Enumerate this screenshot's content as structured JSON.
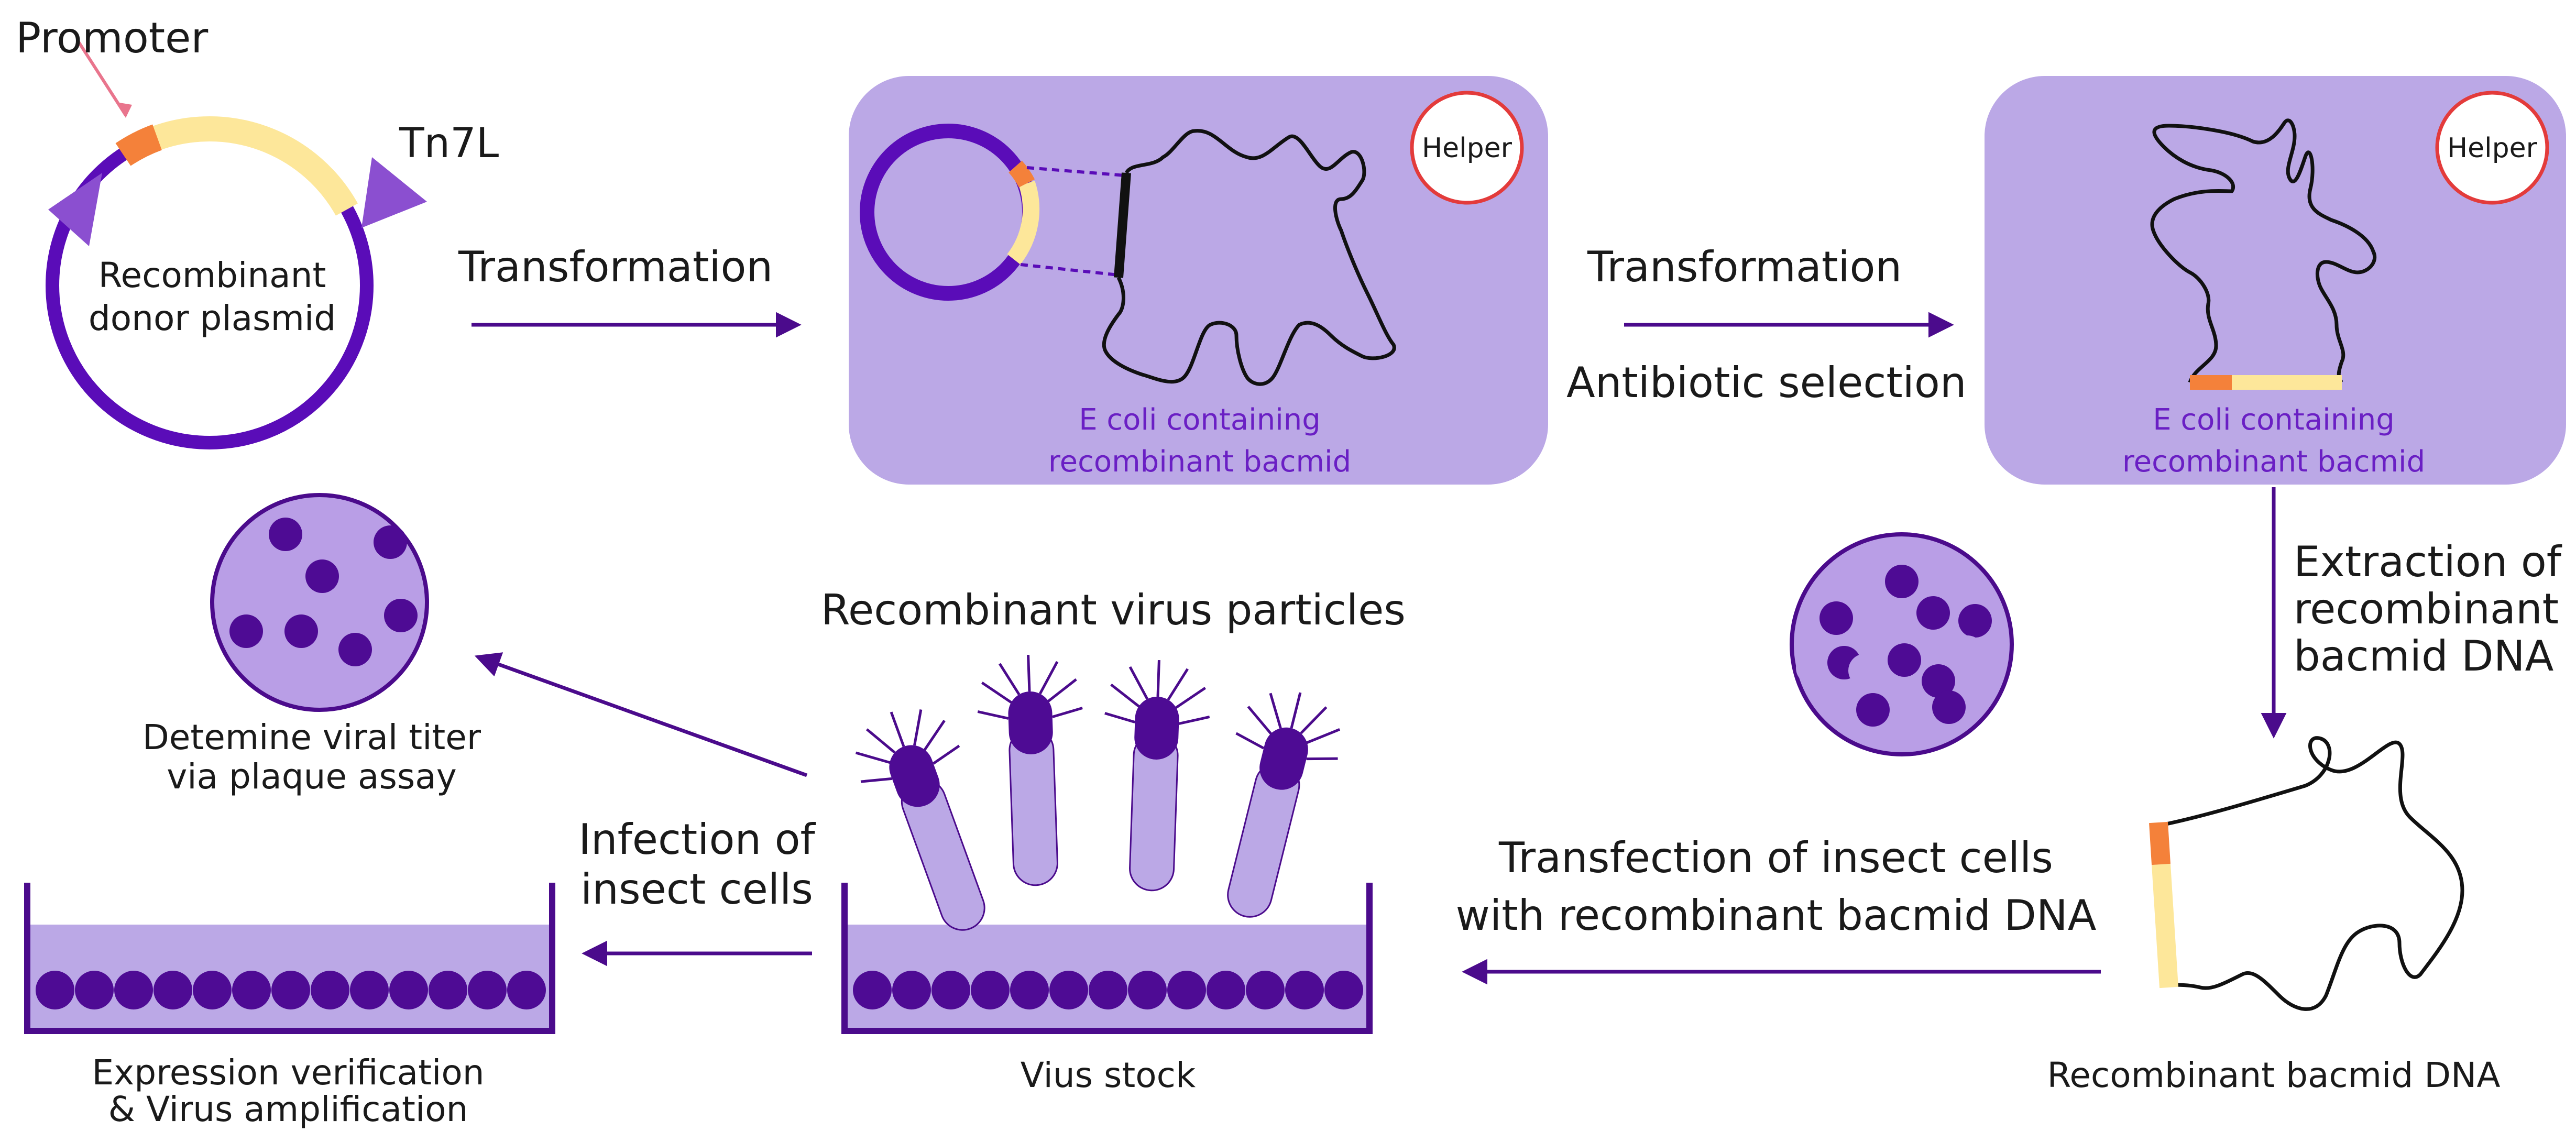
{
  "colors": {
    "box_fill": "#bba8e6",
    "arrow": "#4b0b8c",
    "plasmid_ring": "#5a0cb8",
    "promoter": "#f4813a",
    "gene": "#fde79a",
    "transposon_marker": "#8b4fd0",
    "helper_ring": "#e33b3b",
    "cell_dark": "#4e0b94",
    "cell_light": "#b99ee6",
    "caption_purple": "#6a1fc4"
  },
  "labels": {
    "promoter": "Promoter",
    "tn7l": "Tn7L",
    "plasmid_line1": "Recombinant",
    "plasmid_line2": "donor plasmid",
    "transformation_1": "Transformation",
    "transformation_2": "Transformation",
    "antibiotic_selection": "Antibiotic selection",
    "helper_1": "Helper",
    "helper_2": "Helper",
    "ecoli_1_line1": "E coli containing",
    "ecoli_1_line2": "recombinant bacmid",
    "ecoli_2_line1": "E coli containing",
    "ecoli_2_line2": "recombinant bacmid",
    "extraction_line1": "Extraction of",
    "extraction_line2": "recombinant",
    "extraction_line3": "bacmid DNA",
    "bacmid_dna": "Recombinant bacmid DNA",
    "transfection_line1": "Transfection of insect cells",
    "transfection_line2": "with recombinant bacmid DNA",
    "virus_particles": "Recombinant virus particles",
    "virus_stock": "Vius stock",
    "infection_line1": "Infection of",
    "infection_line2": "insect cells",
    "expression_line1": "Expression verification",
    "expression_line2": "& Virus amplification",
    "titer_line1": "Detemine viral titer",
    "titer_line2": "via plaque assay"
  }
}
